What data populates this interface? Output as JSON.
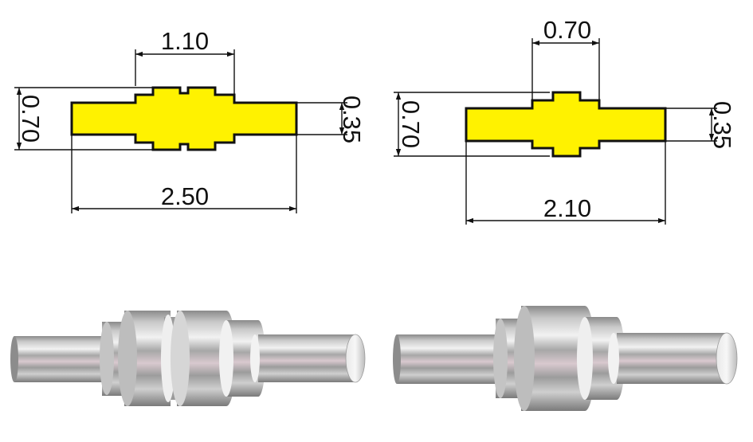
{
  "colors": {
    "profile_fill": "#FFF200",
    "outline": "#111111",
    "metal_dark": "#7d7d7d",
    "metal_mid": "#bdbdbd",
    "metal_light": "#f4f4f4"
  },
  "left_drawing": {
    "top_dim": "1.10",
    "bottom_dim": "2.50",
    "left_dim": "0.70",
    "right_dim": "0.35"
  },
  "right_drawing": {
    "top_dim": "0.70",
    "bottom_dim": "2.10",
    "left_dim": "0.70",
    "right_dim": "0.35"
  },
  "icons": [
    "pin-3d-render-left",
    "pin-3d-render-right"
  ]
}
